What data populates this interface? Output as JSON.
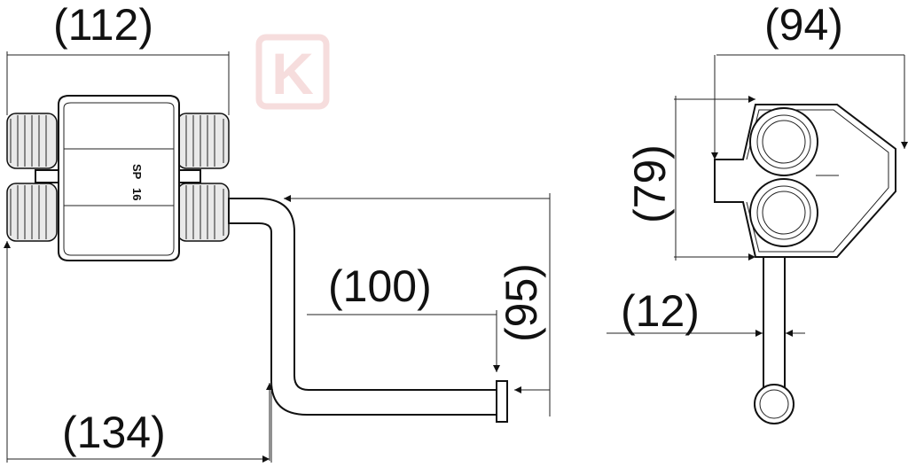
{
  "dimensions": {
    "width_top": "(112)",
    "width_right": "(94)",
    "height_right": "(79)",
    "pipe_horizontal": "(100)",
    "pipe_vertical": "(95)",
    "overall_bottom": "(134)",
    "small_right": "(12)"
  },
  "part_label": {
    "line1": "SP",
    "line2": "16"
  },
  "watermark": "K",
  "colors": {
    "line": "#111111",
    "watermark": "#e8a0a0"
  }
}
